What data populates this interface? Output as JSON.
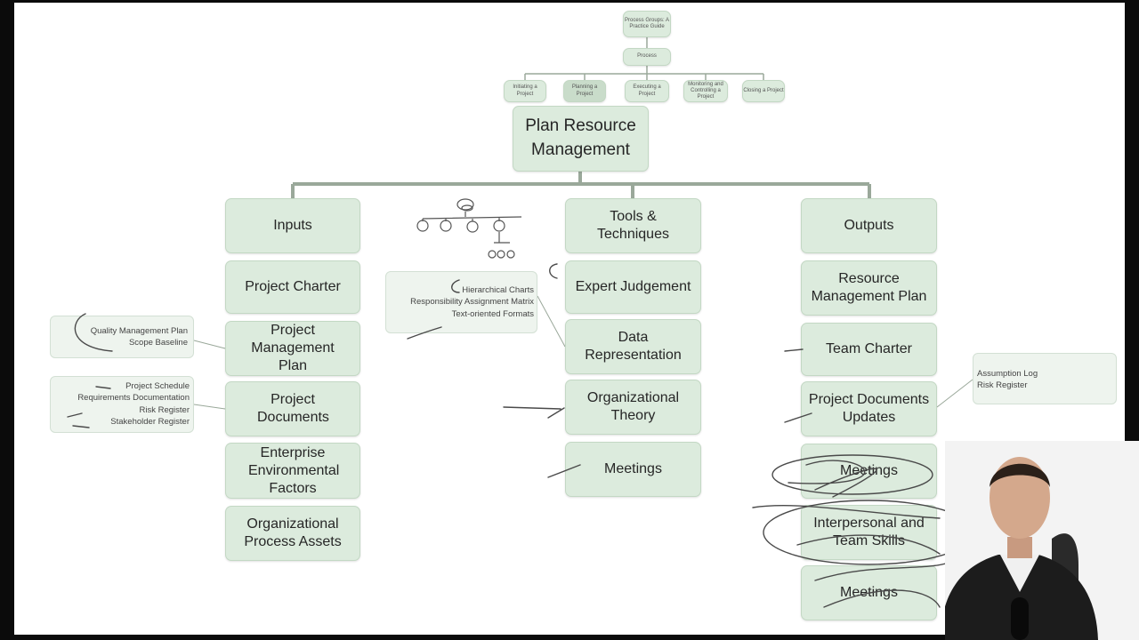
{
  "mini_tree": {
    "root": "Process Groups: A Practice Guide",
    "process": "Process",
    "groups": [
      "Initiating a Project",
      "Planning a Project",
      "Executing a Project",
      "Monitoring and Controlling a Project",
      "Closing a Project"
    ]
  },
  "process_title": "Plan Resource Management",
  "columns": {
    "inputs": {
      "header": "Inputs",
      "items": [
        "Project Charter",
        "Project Management Plan",
        "Project Documents",
        "Enterprise Environmental Factors",
        "Organizational Process Assets"
      ]
    },
    "tools": {
      "header": "Tools & Techniques",
      "items": [
        "Expert Judgement",
        "Data Representation",
        "Organizational Theory",
        "Meetings"
      ]
    },
    "outputs": {
      "header": "Outputs",
      "items": [
        "Resource Management Plan",
        "Team Charter",
        "Project Documents Updates",
        "Meetings",
        "Interpersonal and Team Skills",
        "Meetings"
      ]
    }
  },
  "notes": {
    "pm_plan": [
      "Quality Management Plan",
      "Scope Baseline"
    ],
    "project_documents": [
      "Project Schedule",
      "Requirements Documentation",
      "Risk Register",
      "Stakeholder Register"
    ],
    "data_representation": [
      "Hierarchical Charts",
      "Responsibility Assignment Matrix",
      "Text-oriented Formats"
    ],
    "documents_updates": [
      "Assumption Log",
      "Risk Register"
    ]
  },
  "colors": {
    "box_fill": "#dcebdd",
    "box_border": "#c3d8c4",
    "connector": "#9aa89a",
    "ink": "#4a4a4a"
  }
}
